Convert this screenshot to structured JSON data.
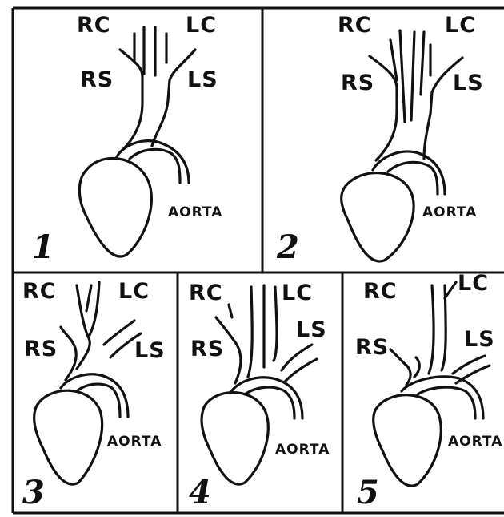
{
  "labels": {
    "rc": "RC",
    "lc": "LC",
    "rs": "RS",
    "ls": "LS",
    "aorta": "AORTA"
  },
  "panels": [
    {
      "number": "1"
    },
    {
      "number": "2"
    },
    {
      "number": "3"
    },
    {
      "number": "4"
    },
    {
      "number": "5"
    }
  ]
}
